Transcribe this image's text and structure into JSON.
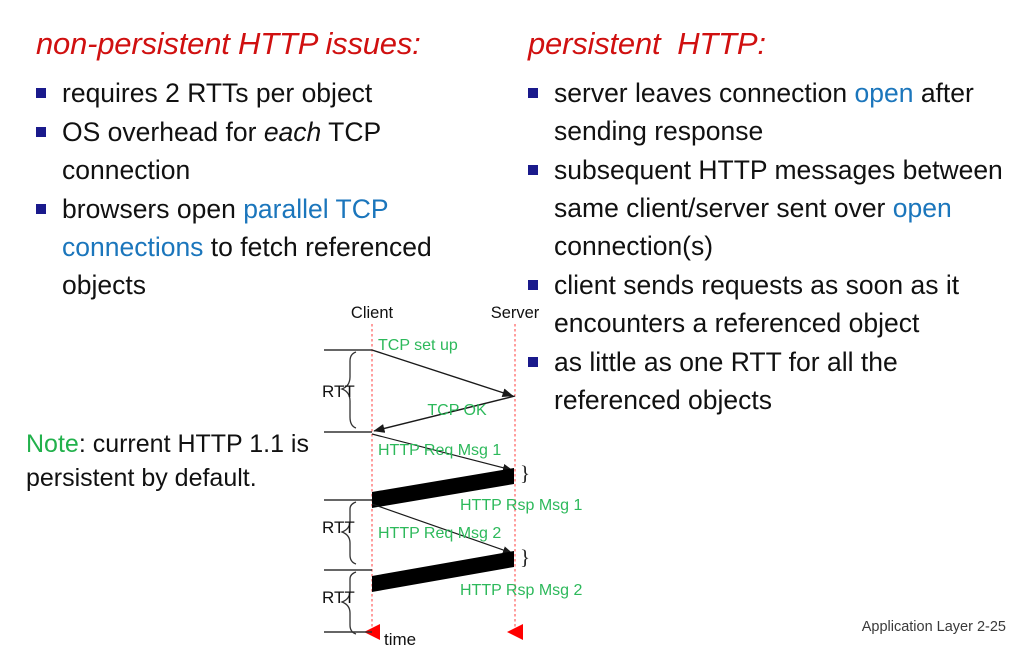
{
  "slide": {
    "footer": "Application Layer 2-25"
  },
  "left_column": {
    "heading": "non-persistent HTTP issues:",
    "bullets": [
      {
        "id": "requires-rtts",
        "parts": [
          {
            "text": "requires 2 RTTs per object",
            "style": "plain"
          }
        ]
      },
      {
        "id": "os-overhead",
        "parts": [
          {
            "text": "OS overhead for ",
            "style": "plain"
          },
          {
            "text": "each",
            "style": "italic"
          },
          {
            "text": " TCP connection",
            "style": "plain"
          }
        ]
      },
      {
        "id": "parallel-tcp",
        "parts": [
          {
            "text": "browsers open ",
            "style": "plain"
          },
          {
            "text": "parallel TCP connections",
            "style": "blue"
          },
          {
            "text": " to fetch referenced objects",
            "style": "plain"
          }
        ]
      }
    ],
    "note": {
      "label": "Note",
      "text": ": current HTTP 1.1 is persistent by default."
    }
  },
  "right_column": {
    "heading": "persistent  HTTP:",
    "bullets": [
      {
        "id": "server-leaves-open",
        "parts": [
          {
            "text": "server leaves connection ",
            "style": "plain"
          },
          {
            "text": "open",
            "style": "blue"
          },
          {
            "text": " after sending response",
            "style": "plain"
          }
        ]
      },
      {
        "id": "subsequent-http",
        "parts": [
          {
            "text": "subsequent HTTP messages between same client/server sent over ",
            "style": "plain"
          },
          {
            "text": "open",
            "style": "blue"
          },
          {
            "text": " connection(s)",
            "style": "plain"
          }
        ]
      },
      {
        "id": "client-sends",
        "parts": [
          {
            "text": "client sends requests as soon as it encounters a referenced object",
            "style": "plain"
          }
        ]
      },
      {
        "id": "one-rtt",
        "parts": [
          {
            "text": "as little as one RTT for all the referenced objects",
            "style": "plain"
          }
        ]
      }
    ]
  },
  "diagram": {
    "actors": {
      "client": "Client",
      "server": "Server"
    },
    "time_label": "time",
    "rtt_labels": [
      "RTT",
      "RTT",
      "RTT"
    ],
    "messages": [
      {
        "id": "tcp-setup",
        "label": "TCP set up",
        "from": "client",
        "to": "server"
      },
      {
        "id": "tcp-ok",
        "label": "TCP OK",
        "from": "server",
        "to": "client"
      },
      {
        "id": "http-req-1",
        "label": "HTTP Req Msg 1",
        "from": "client",
        "to": "server"
      },
      {
        "id": "http-rsp-1",
        "label": "HTTP Rsp Msg 1",
        "from": "server",
        "to": "client"
      },
      {
        "id": "http-req-2",
        "label": "HTTP Req Msg 2",
        "from": "client",
        "to": "server"
      },
      {
        "id": "http-rsp-2",
        "label": "HTTP Rsp Msg 2",
        "from": "server",
        "to": "client"
      }
    ],
    "braces": [
      "}",
      "}"
    ],
    "colors": {
      "lifeline": "#FF9E9E",
      "message_text": "#2DB95B",
      "arrow": "#1a1a1a",
      "time_arrow": "#FF0000"
    }
  }
}
